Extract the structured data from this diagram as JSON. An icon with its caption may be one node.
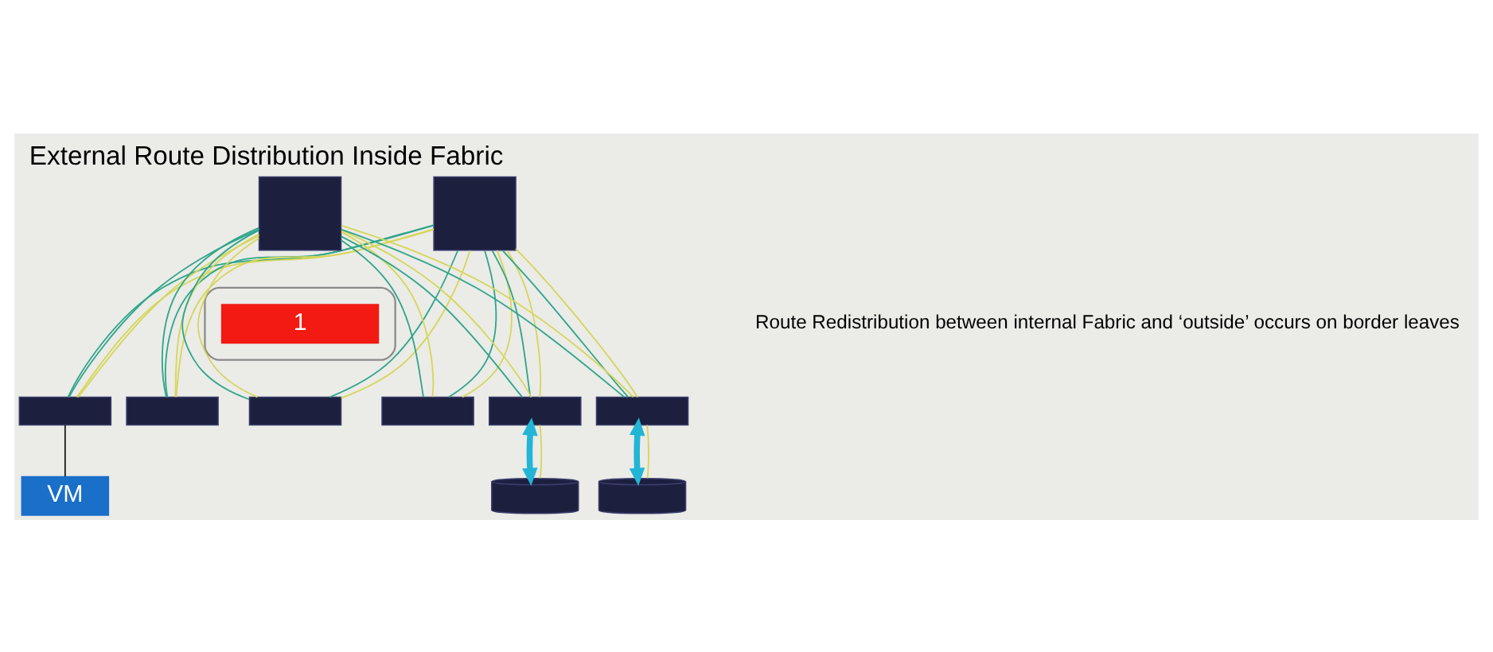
{
  "diagram": {
    "title": "External Route Distribution Inside Fabric",
    "nodes": [
      {
        "text": [],
        "shape": "box"
      },
      {
        "text": [],
        "shape": "box"
      },
      {
        "text": [],
        "shape": "cloud"
      },
      {
        "text": [
          "1"
        ],
        "in": 2
      },
      {
        "text": [],
        "shape": "box"
      },
      {
        "text": [],
        "shape": "box"
      },
      {
        "text": [],
        "shape": "box"
      },
      {
        "text": [],
        "shape": "box"
      },
      {
        "text": [],
        "shape": "box"
      },
      {
        "text": [],
        "shape": "box"
      },
      {
        "text": [
          "VM"
        ]
      },
      {
        "text": [],
        "shape": "cylinder"
      },
      {
        "text": [],
        "shape": "cylinder"
      }
    ],
    "edges": [
      {
        "from": 0,
        "to": 4,
        "arrow": "none",
        "color": "#2fa58a"
      },
      {
        "from": 0,
        "to": 4,
        "arrow": "none"
      },
      {
        "from": 0,
        "to": 5,
        "arrow": "none",
        "color": "#2fa58a"
      },
      {
        "from": 0,
        "to": 5,
        "arrow": "none"
      },
      {
        "from": 0,
        "to": 6,
        "arrow": "none",
        "color": "#2fa58a"
      },
      {
        "from": 0,
        "to": 6,
        "arrow": "none"
      },
      {
        "from": 0,
        "to": 7,
        "arrow": "none",
        "color": "#2fa58a"
      },
      {
        "from": 0,
        "to": 7,
        "arrow": "none"
      },
      {
        "from": 0,
        "to": 8,
        "arrow": "none",
        "color": "#2fa58a"
      },
      {
        "from": 0,
        "to": 8,
        "arrow": "none"
      },
      {
        "from": 0,
        "to": 9,
        "arrow": "none",
        "color": "#2fa58a"
      },
      {
        "from": 0,
        "to": 9,
        "arrow": "none"
      },
      {
        "from": 1,
        "to": 4,
        "arrow": "none",
        "color": "#2fa58a"
      },
      {
        "from": 1,
        "to": 4,
        "arrow": "none"
      },
      {
        "from": 1,
        "to": 5,
        "arrow": "none",
        "color": "#2fa58a"
      },
      {
        "from": 1,
        "to": 5,
        "arrow": "none"
      },
      {
        "from": 1,
        "to": 6,
        "arrow": "none",
        "color": "#2fa58a"
      },
      {
        "from": 1,
        "to": 6,
        "arrow": "none"
      },
      {
        "from": 1,
        "to": 7,
        "arrow": "none",
        "color": "#2fa58a"
      },
      {
        "from": 1,
        "to": 7,
        "arrow": "none"
      },
      {
        "from": 1,
        "to": 8,
        "arrow": "none",
        "color": "#2fa58a"
      },
      {
        "from": 1,
        "to": 8,
        "arrow": "none"
      },
      {
        "from": 1,
        "to": 9,
        "arrow": "none",
        "color": "#2fa58a"
      },
      {
        "from": 1,
        "to": 9,
        "arrow": "none"
      },
      {
        "from": 4,
        "to": 10,
        "arrow": "none",
        "color": "#1a1a1a"
      },
      {
        "from": 8,
        "to": 11,
        "arrow": "both",
        "style": "thick",
        "color": "#22b5d6"
      },
      {
        "from": 8,
        "to": 11,
        "arrow": "none"
      },
      {
        "from": 9,
        "to": 12,
        "arrow": "both",
        "style": "thick",
        "color": "#22b5d6"
      },
      {
        "from": 9,
        "to": 12,
        "arrow": "none"
      }
    ],
    "labels": [
      "Route Redistribution between internal Fabric and ‘outside’ occurs on border leaves"
    ]
  }
}
